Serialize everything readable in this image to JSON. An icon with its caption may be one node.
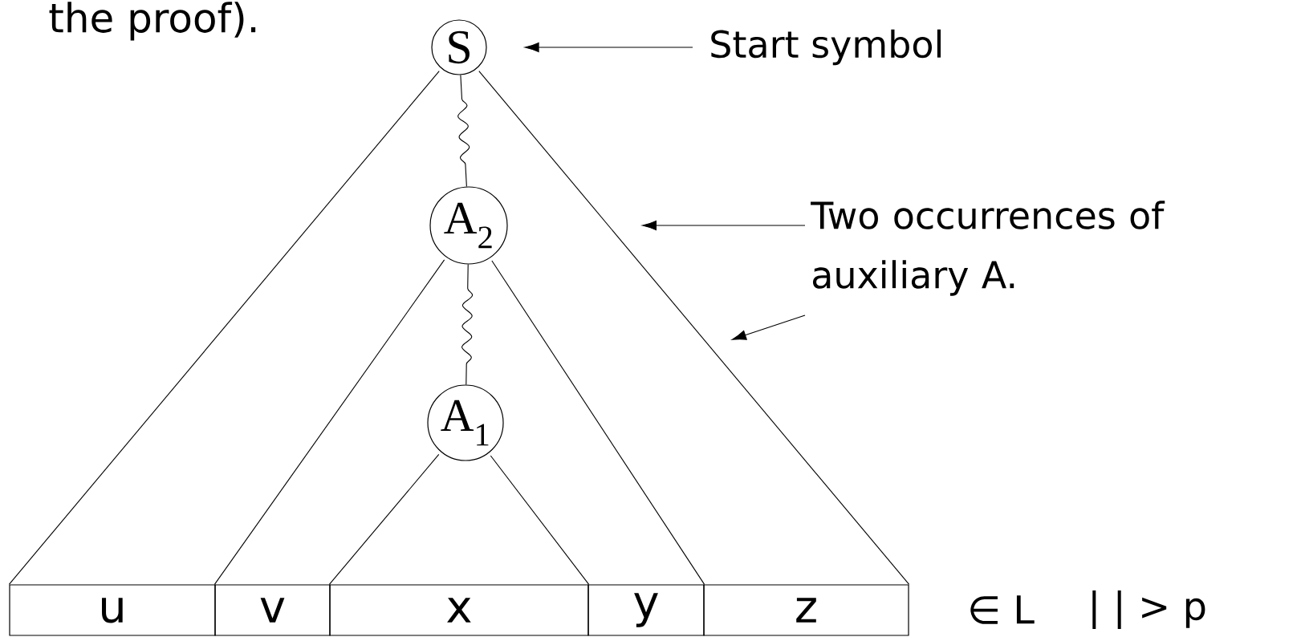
{
  "diagram": {
    "nodes": [
      {
        "text": [
          "S"
        ]
      },
      {
        "text": [
          "A$_{2}$"
        ]
      },
      {
        "text": [
          "A$_{1}$"
        ]
      },
      {
        "text": [
          "Start symbol"
        ]
      },
      {
        "text": [
          "Two occurrences of auxiliary A."
        ]
      },
      {
        "text": [
          "u"
        ]
      },
      {
        "text": [
          "v"
        ]
      },
      {
        "text": [
          "x"
        ]
      },
      {
        "text": [
          "y"
        ]
      },
      {
        "text": [
          "z"
        ]
      }
    ],
    "edges": [
      {
        "from": 3,
        "to": 0,
        "arrow": "to"
      },
      {
        "from": 4,
        "to": null,
        "arrow": "to"
      },
      {
        "from": 4,
        "to": null,
        "arrow": "to"
      },
      {
        "from": 0,
        "to": 1,
        "arrow": "none"
      },
      {
        "from": 1,
        "to": 2,
        "arrow": "none"
      },
      {
        "from": 0,
        "to": 5,
        "arrow": "none"
      },
      {
        "from": 0,
        "to": 9,
        "arrow": "none"
      },
      {
        "from": 1,
        "to": 6,
        "arrow": "none"
      },
      {
        "from": 1,
        "to": 8,
        "arrow": "none"
      },
      {
        "from": 2,
        "to": 7,
        "arrow": "none"
      },
      {
        "from": 2,
        "to": 7,
        "arrow": "none"
      }
    ],
    "labels": [
      "the proof).",
      "∈ L",
      "| | > p"
    ]
  }
}
